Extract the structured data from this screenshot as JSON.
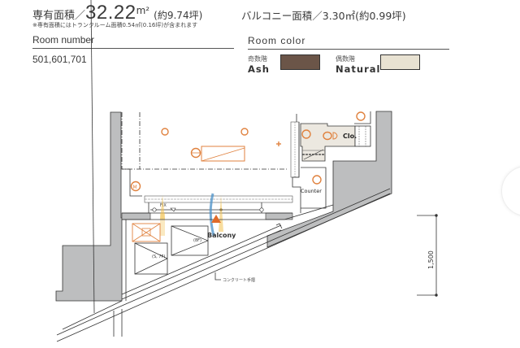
{
  "header": {
    "exclusive_area_label": "専有面積／",
    "exclusive_area_value": "32.22",
    "exclusive_area_unit": "m²",
    "exclusive_area_tsubo": "(約9.74坪)",
    "balcony_area_text": "バルコニー面積／3.30㎡(約0.99坪)",
    "note": "※専有面積にはトランクルーム面積0.54㎡(0.16坪)が含まれます"
  },
  "room_number": {
    "title": "Room number",
    "value": "501,601,701"
  },
  "room_color": {
    "title": "Room color",
    "options": [
      {
        "jp_label": "奇数階",
        "en_label": "Ash",
        "color": "#6b5548"
      },
      {
        "jp_label": "偶数階",
        "en_label": "Natural",
        "color": "#e8e2d2"
      }
    ]
  },
  "floor_plan": {
    "labels": {
      "closet": "Clo.",
      "counter": "Counter",
      "balcony": "Balcony",
      "fix": "FIX",
      "storage_a": "(S, 7F)",
      "storage_b": "(8F)",
      "concrete_railing": "コンクリート手摺",
      "dimension": "1,500",
      "ac_unit": "M",
      "light": "L"
    },
    "colors": {
      "wall_fill": "#bdbebf",
      "line": "#333333",
      "equipment": "#e0823f",
      "airflow_warm": "#f2c14e",
      "airflow_cool": "#4a90c8",
      "wet_area_fill": "#ece8e0",
      "balcony_marker": "#e06b2a"
    }
  }
}
